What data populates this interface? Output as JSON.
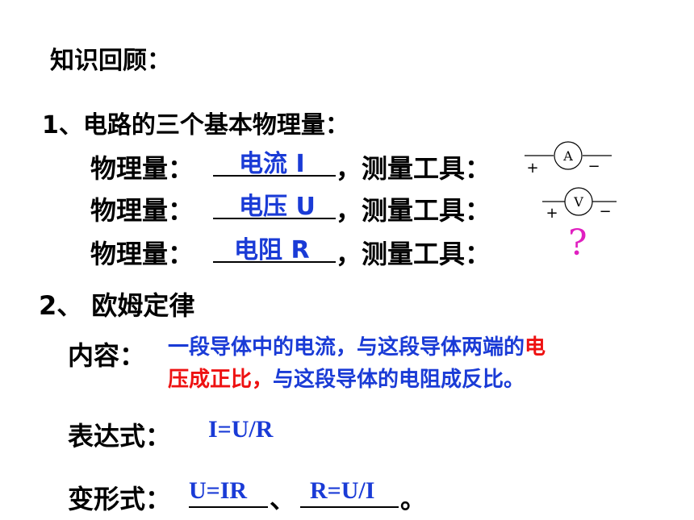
{
  "title": "知识回顾：",
  "section1": {
    "heading": "1、电路的三个基本物理量：",
    "rows": [
      {
        "label": "物理量：",
        "answer": "电流 I",
        "tool_label": "，测量工具：",
        "tool": "ammeter-icon",
        "symbol": "A"
      },
      {
        "label": "物理量：",
        "answer": "电压 U",
        "tool_label": "，测量工具：",
        "tool": "voltmeter-icon",
        "symbol": "V"
      },
      {
        "label": "物理量：",
        "answer": "电阻 R",
        "tool_label": "，测量工具：",
        "tool": "question-mark",
        "symbol": "?"
      }
    ],
    "plus": "+",
    "minus": "−"
  },
  "section2": {
    "heading": "2、 欧姆定律",
    "content_label": "内容：",
    "content_line1_blue": "一段导体中的电流，与这段导体两端的",
    "content_line1_red": "电",
    "content_line2_red": "压成正比，",
    "content_line2_blue": "与这段导体的电阻成反比。",
    "formula_label": "表达式：",
    "formula": "I=U/R",
    "variant_label": "变形式：",
    "variant1": "U=IR",
    "separator": "、",
    "variant2": "R=U/I",
    "end": "。"
  },
  "colors": {
    "blue": "#1a3bd6",
    "red": "#ee1111",
    "magenta": "#e020c0"
  }
}
